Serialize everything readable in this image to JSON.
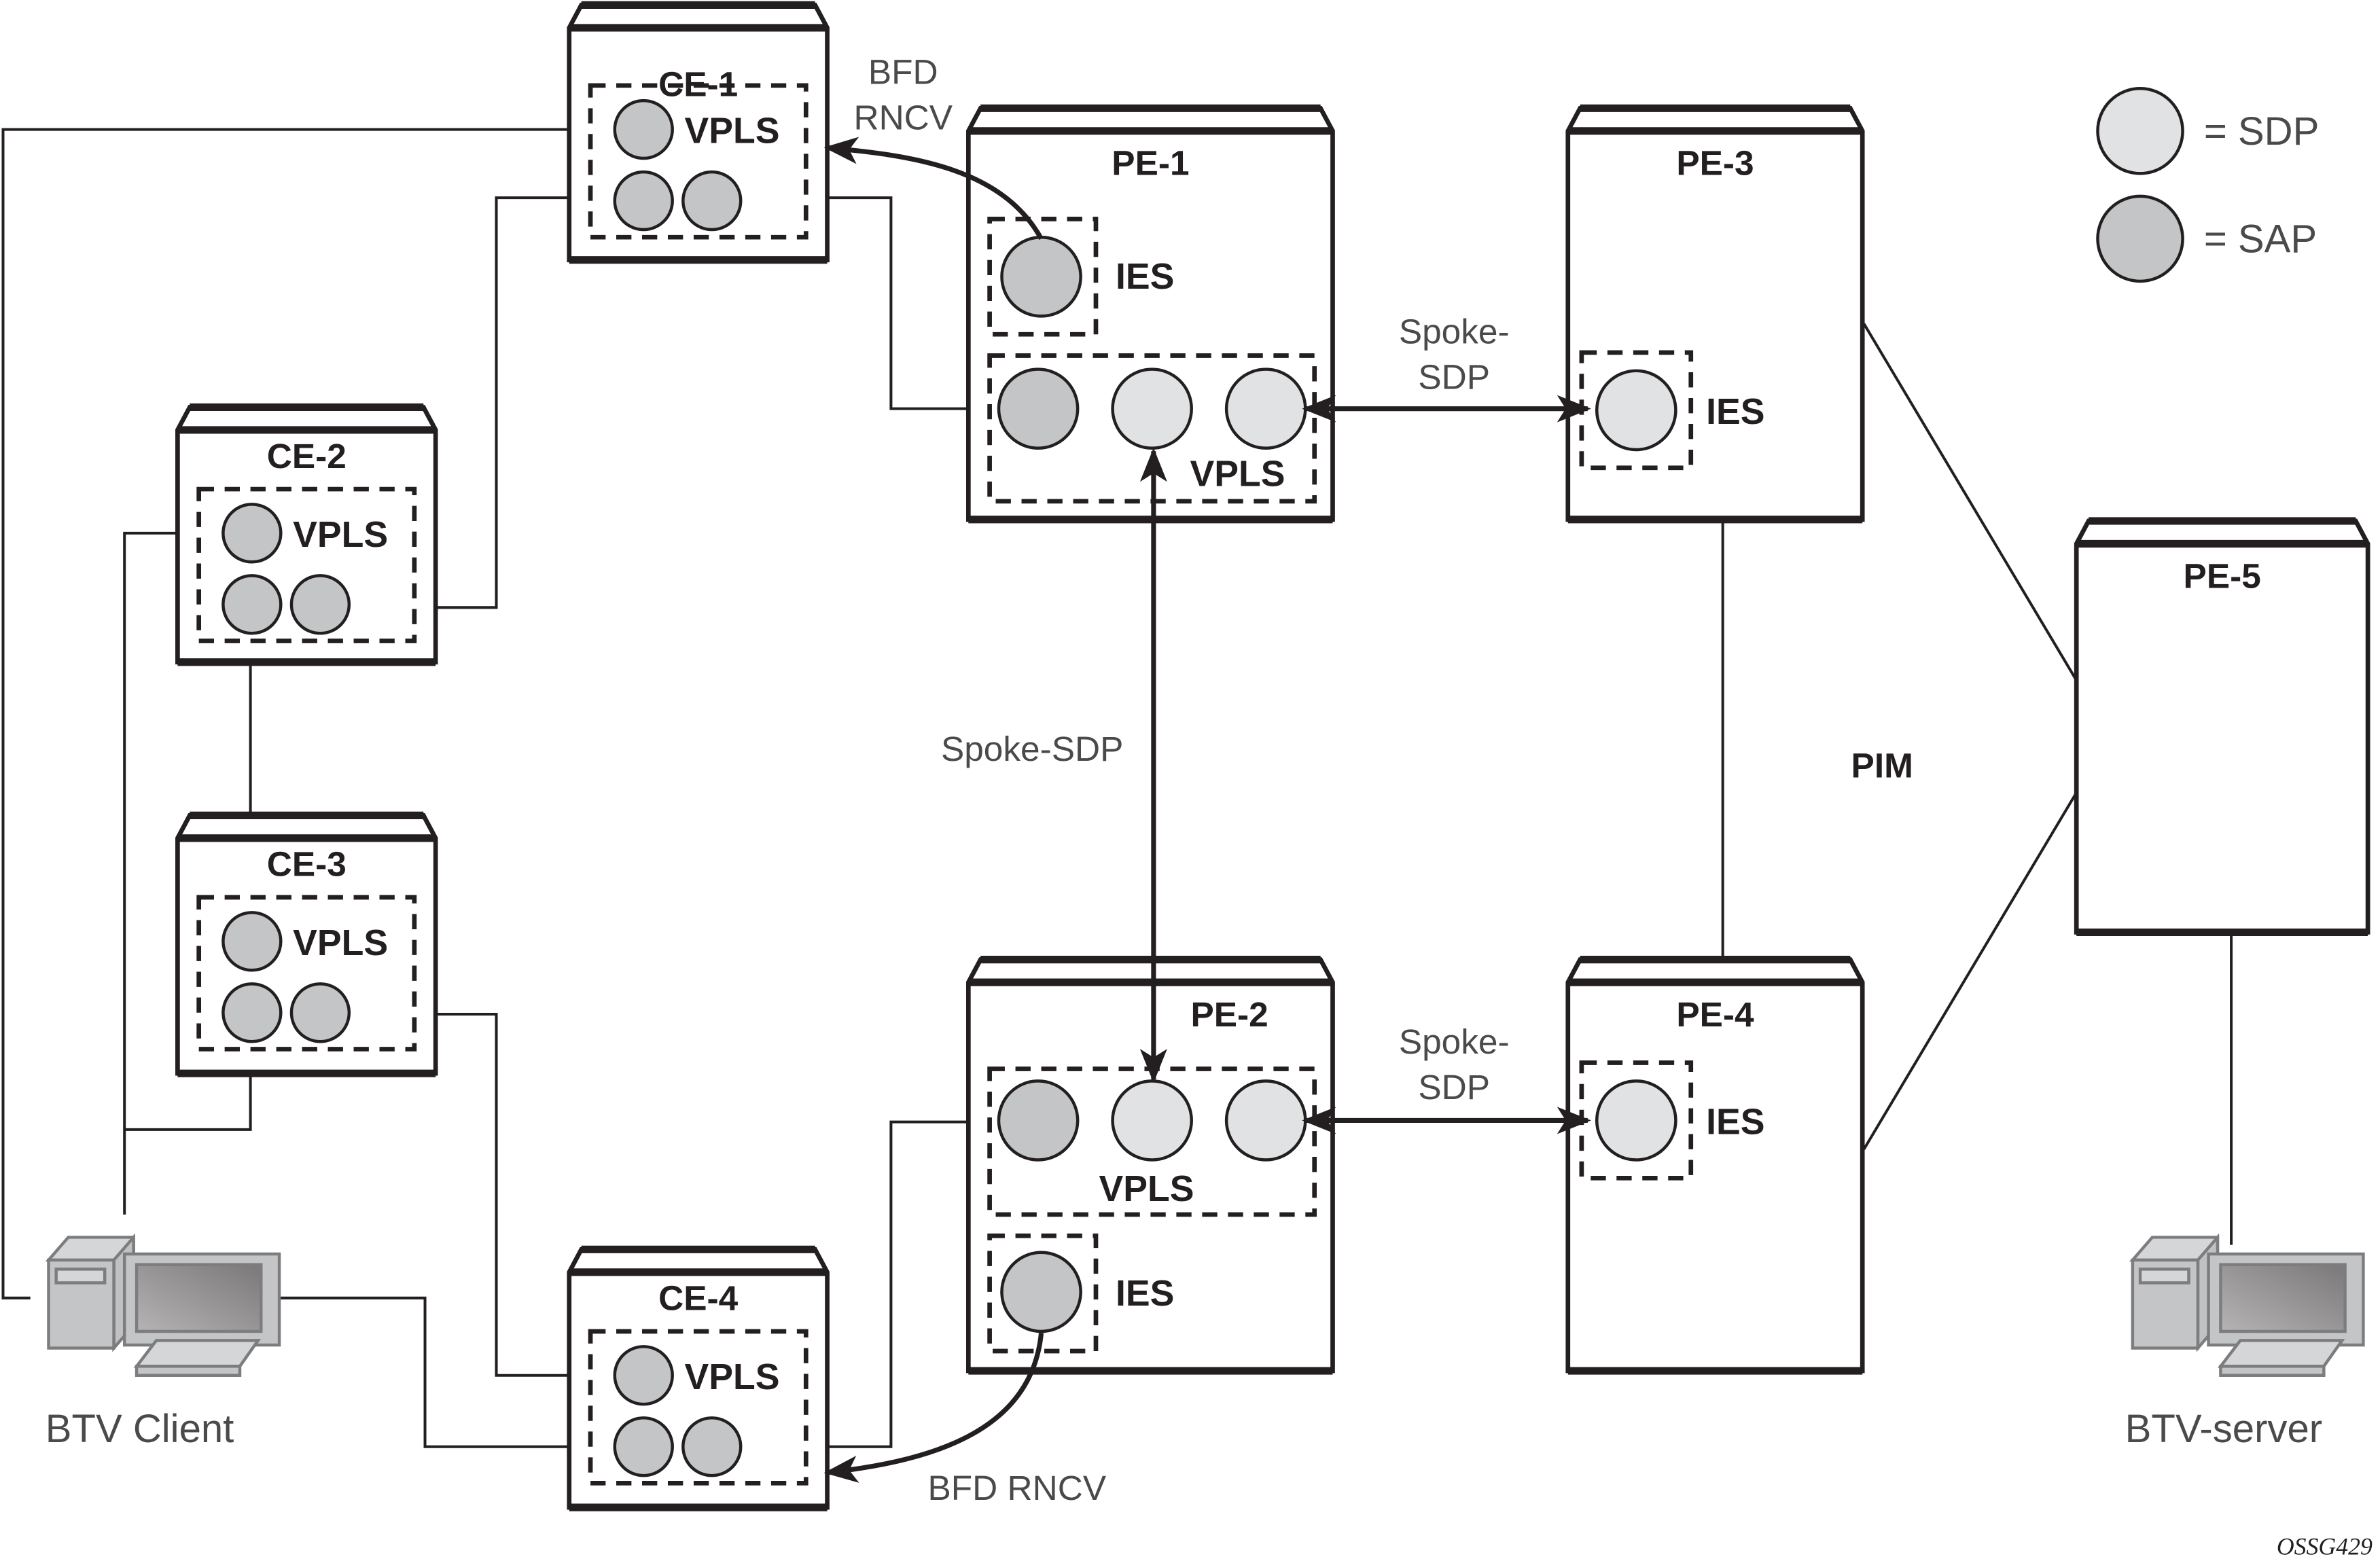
{
  "legend": {
    "sdp_label": "= SDP",
    "sap_label": "= SAP"
  },
  "colors": {
    "sdp_fill": "#e1e2e4",
    "sap_fill": "#c4c5c7",
    "line": "#231f20",
    "light_text": "#4a4a4a"
  },
  "nodes": {
    "ce1": {
      "name": "CE-1",
      "service": "VPLS"
    },
    "ce2": {
      "name": "CE-2",
      "service": "VPLS"
    },
    "ce3": {
      "name": "CE-3",
      "service": "VPLS"
    },
    "ce4": {
      "name": "CE-4",
      "service": "VPLS"
    },
    "pe1": {
      "name": "PE-1",
      "vpls": "VPLS",
      "ies": "IES"
    },
    "pe2": {
      "name": "PE-2",
      "vpls": "VPLS",
      "ies": "IES"
    },
    "pe3": {
      "name": "PE-3",
      "ies": "IES"
    },
    "pe4": {
      "name": "PE-4",
      "ies": "IES"
    },
    "pe5": {
      "name": "PE-5"
    }
  },
  "links": {
    "bfd_top_line1": "BFD",
    "bfd_top_line2": "RNCV",
    "bfd_bottom": "BFD RNCV",
    "spoke_pe1_pe3_line1": "Spoke-",
    "spoke_pe1_pe3_line2": "SDP",
    "spoke_pe2_pe4_line1": "Spoke-",
    "spoke_pe2_pe4_line2": "SDP",
    "spoke_pe1_pe2": "Spoke-SDP",
    "pim": "PIM"
  },
  "hosts": {
    "client": "BTV Client",
    "server": "BTV-server"
  },
  "figure_id": "OSSG429"
}
